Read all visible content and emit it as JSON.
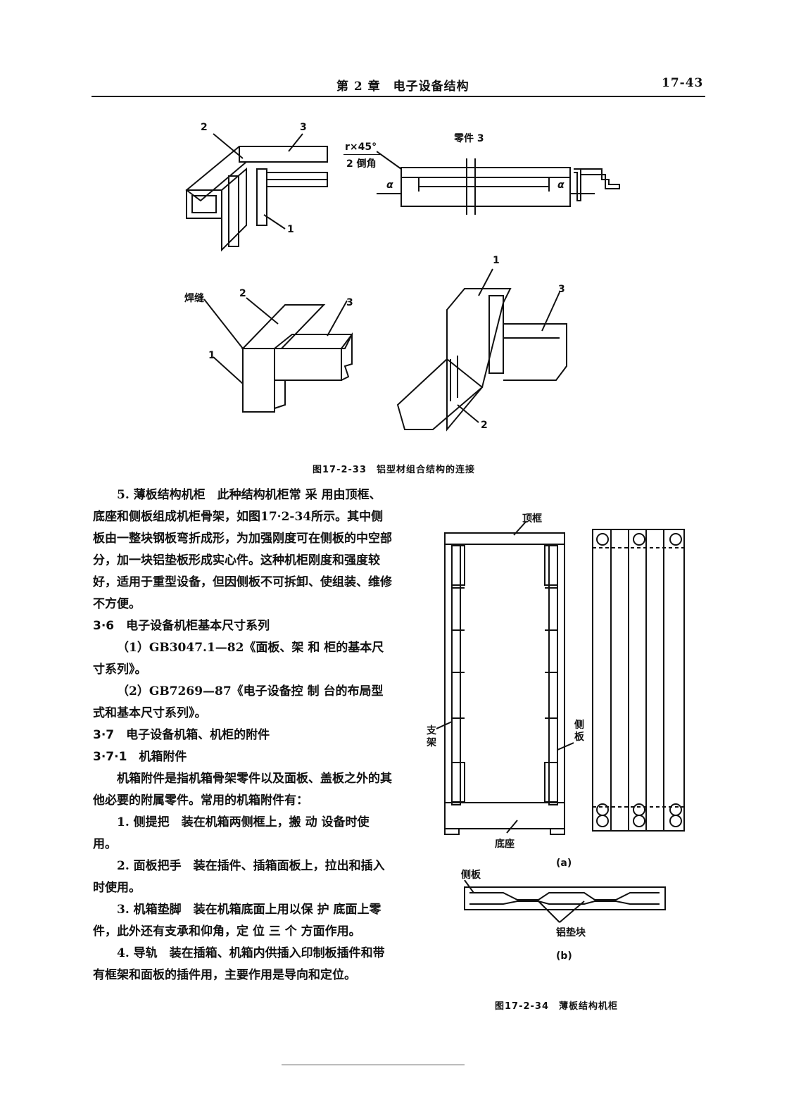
{
  "header": {
    "title": "第 2 章　电子设备结构",
    "page": "17-43"
  },
  "fig33": {
    "caption": "图17-2-33　铝型材组合结构的连接",
    "part3_title": "零件 3",
    "chamfer_line1": "r×45°",
    "chamfer_line2": "2 倒角",
    "alpha": "α",
    "weld": "焊缝",
    "n1": "1",
    "n2": "2",
    "n3": "3"
  },
  "fig34": {
    "caption": "图17-2-34　薄板结构机柜",
    "top_frame": "顶框",
    "support": "支架",
    "side_panel": "侧板",
    "base": "底座",
    "sub_a": "(a)",
    "side_panel_b": "侧板",
    "al_pad": "铝垫块",
    "sub_b": "(b)"
  },
  "body": {
    "p1": "5. 薄板结构机柜　此种结构机柜常 采 用由顶框、底座和侧板组成机柜骨架，如图17·2-34所示。其中侧板由一整块钢板弯折成形，为加强刚度可在侧板的中空部分，加一块铝垫板形成实心件。这种机柜刚度和强度较好，适用于重型设备，但因侧板不可拆卸、使组装、维修不方便。",
    "h36": "3·6　电子设备机柜基本尺寸系列",
    "p2": "（1）GB3047.1—82《面板、架 和 柜的基本尺寸系列》。",
    "p3": "（2）GB7269—87《电子设备控 制 台的布局型式和基本尺寸系列》。",
    "h37": "3·7　电子设备机箱、机柜的附件",
    "h371": "3·7·1　机箱附件",
    "p4": "机箱附件是指机箱骨架零件以及面板、盖板之外的其他必要的附属零件。常用的机箱附件有：",
    "p5": "1. 侧提把　装在机箱两侧框上，搬 动 设备时使用。",
    "p6": "2. 面板把手　装在插件、插箱面板上，拉出和插入时使用。",
    "p7": "3. 机箱垫脚　装在机箱底面上用以保 护 底面上零件，此外还有支承和仰角，定 位 三 个 方面作用。",
    "p8": "4. 导轨　装在插箱、机箱内供插入印制板插件和带有框架和面板的插件用，主要作用是导向和定位。"
  }
}
